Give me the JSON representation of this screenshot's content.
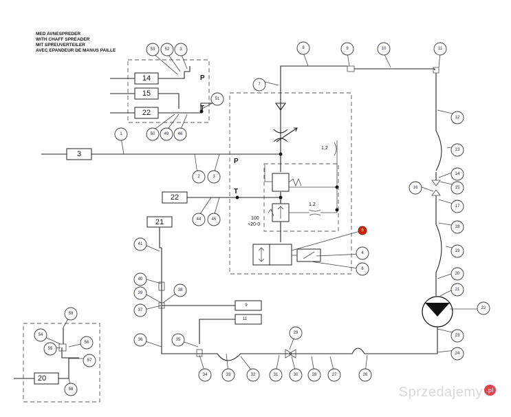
{
  "header": {
    "lines": [
      "MED AVNESPREDER",
      "WITH CHAFF SPREADER",
      "MIT SPREUVERTEILER",
      "AVEC EPANDEUR DE MANUS PAILLE"
    ]
  },
  "boxes": {
    "b14": "14",
    "b15": "15",
    "b22a": "22",
    "b3": "3",
    "b22b": "22",
    "b21": "21",
    "b9": "9",
    "b11": "11",
    "b20": "20"
  },
  "ports": {
    "p_top": "P",
    "t_top": "T",
    "p_main": "P",
    "t_main": "T"
  },
  "notes": {
    "orifice_a": "1,2",
    "orifice_b": "1,2",
    "pressure_a": "100",
    "pressure_b": "+20-0"
  },
  "balloons": {
    "n53": "53",
    "n52": "52",
    "n3a": "3",
    "n51": "51",
    "n50": "50",
    "n49": "49",
    "n46": "46",
    "n1": "1",
    "n2": "2",
    "n3b": "3",
    "n44": "44",
    "n45": "45",
    "n7": "7",
    "n8": "8",
    "n9": "9",
    "n10": "10",
    "n11": "11",
    "n12": "12",
    "n13": "13",
    "n14": "14",
    "n15": "15",
    "n16": "16",
    "n17": "17",
    "n18": "18",
    "n19": "19",
    "n20": "20",
    "n21": "21",
    "n22": "22",
    "n23": "23",
    "n24": "24",
    "n5": "5",
    "n4": "4",
    "n6": "6",
    "n41": "41",
    "n40": "40",
    "n39": "39",
    "n38": "38",
    "n37": "37",
    "n36": "36",
    "n35": "35",
    "n34": "34",
    "n33": "33",
    "n32": "32",
    "n31": "31",
    "n30": "30",
    "n29": "29",
    "n28": "28",
    "n27": "27",
    "n26": "26",
    "n59": "59",
    "n54": "54",
    "n55": "55",
    "n56": "56",
    "n57": "57",
    "n58": "58"
  },
  "colors": {
    "balloon_highlight": "#cc2200",
    "watermark_dot": "#e0434b"
  },
  "watermark": {
    "brand": "Sprzedajemy",
    "tld": ".pl"
  }
}
